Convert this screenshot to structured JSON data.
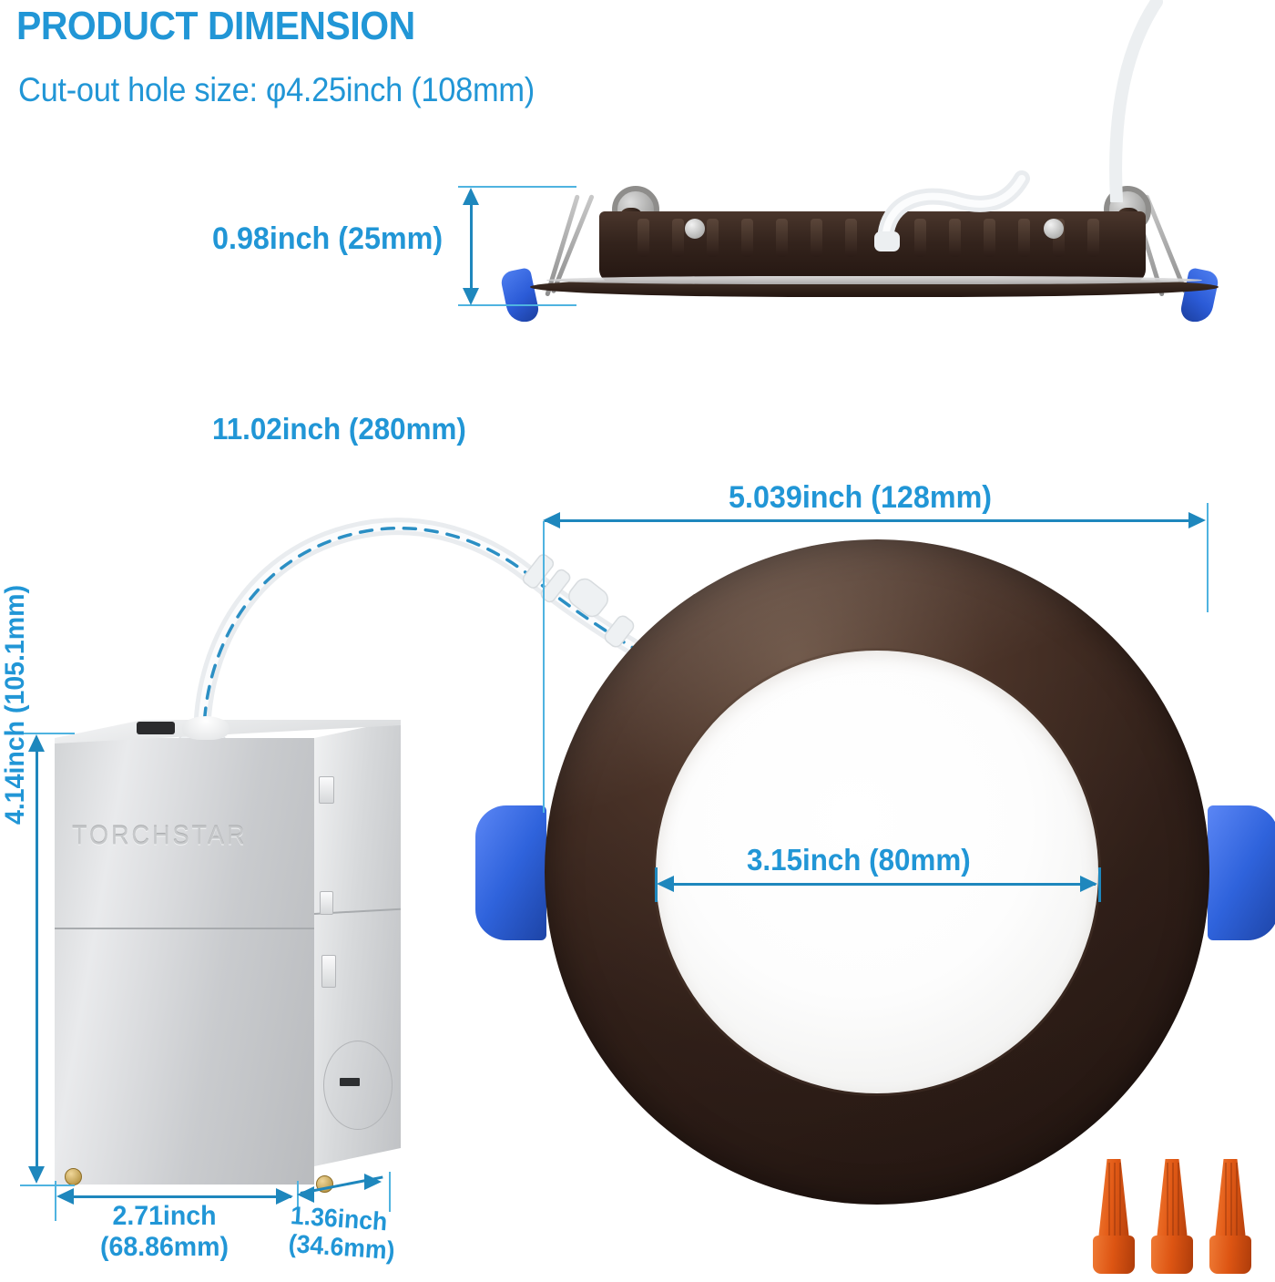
{
  "header": {
    "title": "PRODUCT DIMENSION",
    "subtitle": "Cut-out hole size: φ4.25inch (108mm)"
  },
  "accent_colors": {
    "label_blue": "#2196d6",
    "line_blue": "#1e87bd",
    "extension_blue": "#4fb3e0",
    "clip_blue": "#2f63dc",
    "trim_bronze": "#33211a",
    "lens_white": "#ffffff",
    "box_silver": "#d2d4d6",
    "wire_nut_orange": "#e25a16"
  },
  "dimensions": {
    "fixture_height": "0.98inch (25mm)",
    "cable_length": "11.02inch (280mm)",
    "trim_outer_diameter": "5.039inch (128mm)",
    "lens_inner_diameter": "3.15inch (80mm)",
    "junction_box_height": "4.14inch (105.1mm)",
    "junction_box_width": "2.71inch\n(68.86mm)",
    "junction_box_depth": "1.36inch\n(34.6mm)"
  },
  "parts": {
    "junction_box_brand": "TORCHSTAR",
    "side_view_name": "side-profile-fixture",
    "ring_name": "round-led-downlight-trim",
    "wire_nut_count": 3
  }
}
